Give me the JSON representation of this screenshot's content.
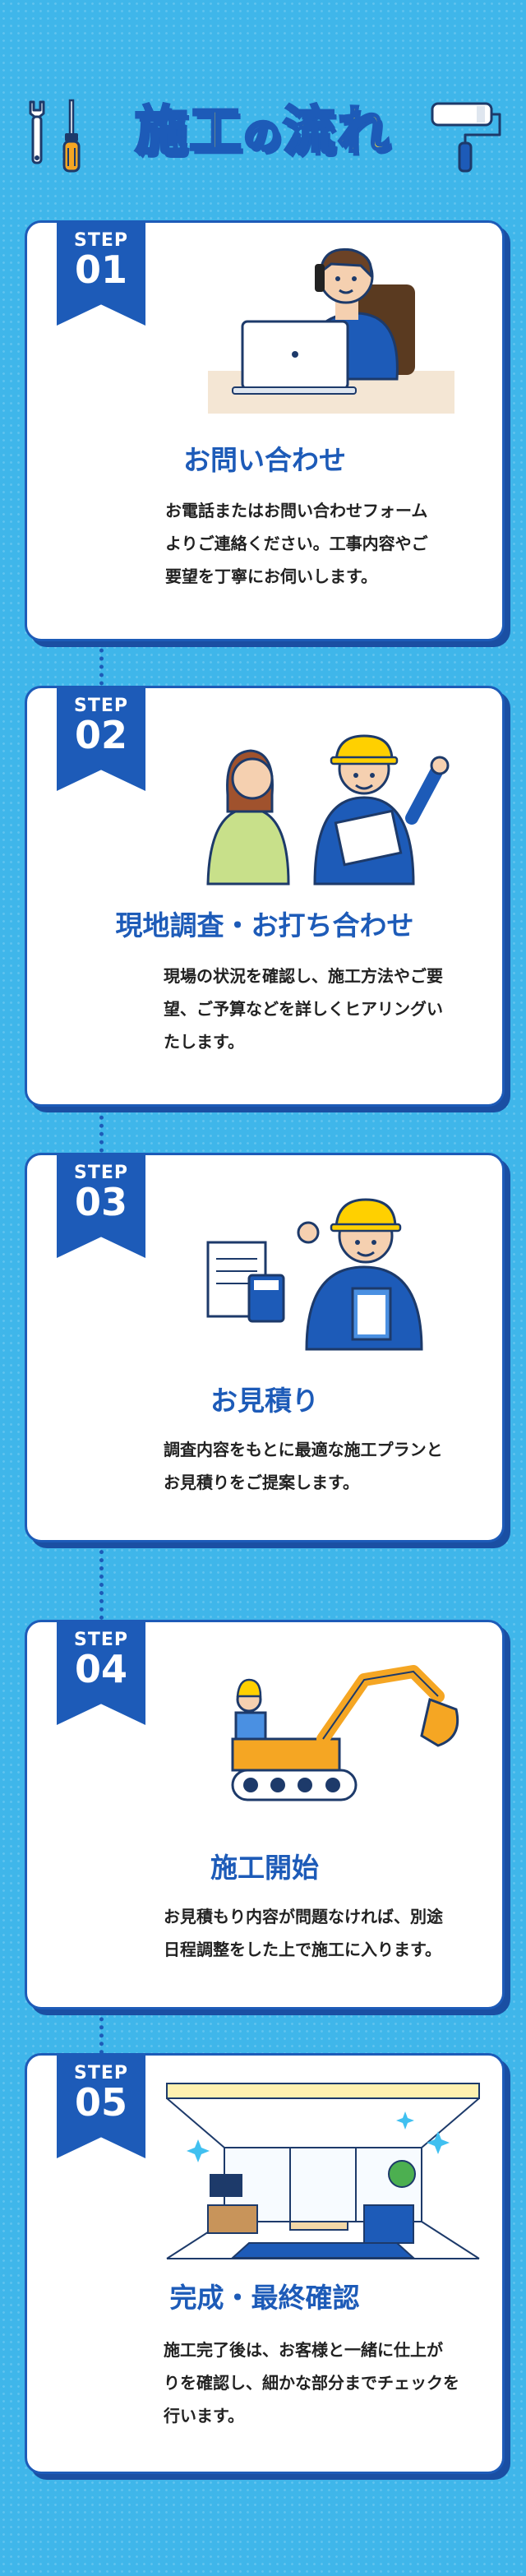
{
  "header": {
    "title_part1": "施工",
    "title_small": "の",
    "title_part2": "流れ"
  },
  "steps": [
    {
      "label": "STEP",
      "number": "01",
      "title": "お問い合わせ",
      "lines": [
        "お電話またはお問い合わせフォーム",
        "よりご連絡ください。工事内容やご",
        "要望を丁寧にお伺いします。"
      ]
    },
    {
      "label": "STEP",
      "number": "02",
      "title": "現地調査・お打ち合わせ",
      "lines": [
        "現場の状況を確認し、施工方法やご要",
        "望、ご予算などを詳しくヒアリングい",
        "たします。"
      ]
    },
    {
      "label": "STEP",
      "number": "03",
      "title": "お見積り",
      "lines": [
        "調査内容をもとに最適な施工プランと",
        "お見積りをご提案します。"
      ]
    },
    {
      "label": "STEP",
      "number": "04",
      "title": "施工開始",
      "lines": [
        "お見積もり内容が問題なければ、別途",
        "日程調整をした上で施工に入ります。"
      ]
    },
    {
      "label": "STEP",
      "number": "05",
      "title": "完成・最終確認",
      "lines": [
        "施工完了後は、お客様と一緒に仕上が",
        "りを確認し、細かな部分までチェックを",
        "行います。"
      ]
    }
  ],
  "colors": {
    "background": "#3fb6ea",
    "accent": "#1d5bb8",
    "title_fill": "#ffe733",
    "card": "#ffffff"
  },
  "icons": [
    "wrench-icon",
    "screwdriver-icon",
    "paint-roller-icon"
  ]
}
